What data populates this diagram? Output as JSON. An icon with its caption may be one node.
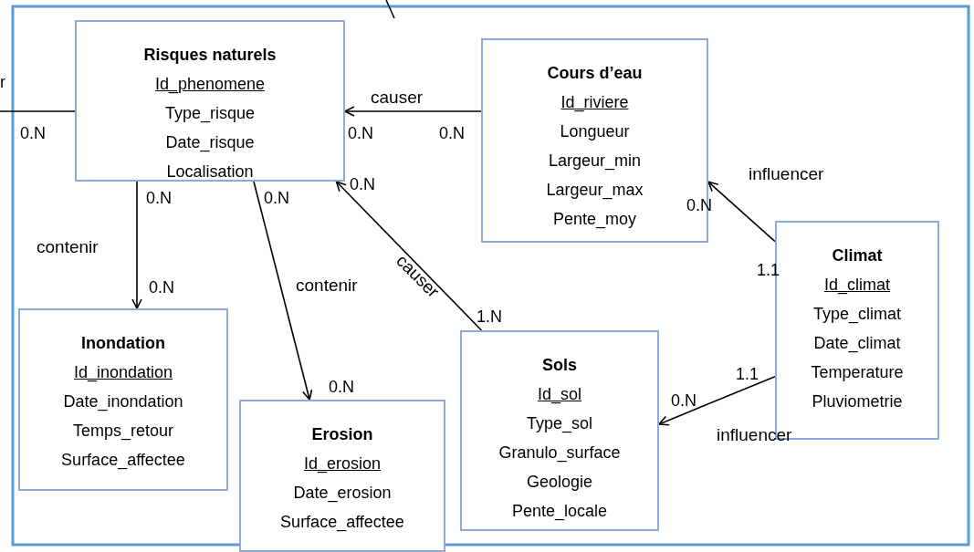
{
  "diagram": {
    "nodes": [
      {
        "text": [
          "Risques naturels",
          "Id_phenomene",
          "Type_risque",
          "Date_risque",
          "Localisation"
        ]
      },
      {
        "text": [
          "Cours d’eau",
          "Id_riviere",
          "Longueur",
          "Largeur_min",
          "Largeur_max",
          "Pente_moy"
        ]
      },
      {
        "text": [
          "Climat",
          "Id_climat",
          "Type_climat",
          "Date_climat",
          "Temperature",
          "Pluviometrie"
        ]
      },
      {
        "text": [
          "Inondation",
          "Id_inondation",
          "Date_inondation",
          "Temps_retour",
          "Surface_affectee"
        ]
      },
      {
        "text": [
          "Sols",
          "Id_sol",
          "Type_sol",
          "Granulo_surface",
          "Geologie",
          "Pente_locale"
        ]
      },
      {
        "text": [
          "Erosion",
          "Id_erosion",
          "Date_erosion",
          "Surface_affectee"
        ]
      }
    ],
    "edges": [
      {
        "from": null,
        "to": 0,
        "arrow": "none"
      },
      {
        "from": 1,
        "to": 0,
        "arrow": "to",
        "label": "causer"
      },
      {
        "from": 0,
        "to": 3,
        "arrow": "to",
        "label": "contenir"
      },
      {
        "from": 0,
        "to": 5,
        "arrow": "to",
        "label": "contenir"
      },
      {
        "from": 4,
        "to": 0,
        "arrow": "to",
        "label": "causer"
      },
      {
        "from": 2,
        "to": 1,
        "arrow": "to",
        "label": "influencer"
      },
      {
        "from": 2,
        "to": 4,
        "arrow": "to",
        "label": "influencer"
      }
    ],
    "labels": [
      "r",
      "0.N",
      "0.N",
      "0.N",
      "0.N",
      "0.N",
      "0.N",
      "0.N",
      "0.N",
      "0.N",
      "1.1",
      "1.N",
      "1.1",
      "0.N"
    ]
  }
}
